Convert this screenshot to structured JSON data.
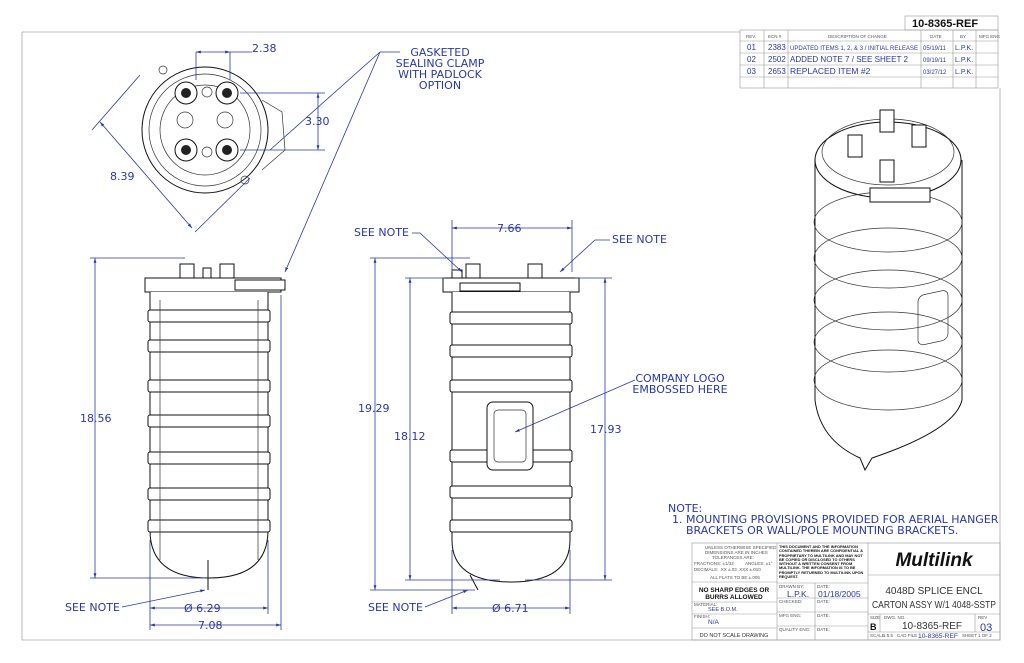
{
  "drawing_number_header": "10-8365-REF",
  "revision_table": {
    "headers": [
      "REV.",
      "ECN #",
      "DESCRIPTION OF CHANGE",
      "DATE",
      "BY",
      "MFG ENG"
    ],
    "rows": [
      {
        "rev": "01",
        "ecn": "2383",
        "description": "UPDATED ITEMS 1, 2, & 3 / INITIAL RELEASE",
        "date": "05/19/11",
        "by": "L.P.K."
      },
      {
        "rev": "02",
        "ecn": "2502",
        "description": "ADDED NOTE 7 / SEE SHEET 2",
        "date": "09/19/11",
        "by": "L.P.K."
      },
      {
        "rev": "03",
        "ecn": "2653",
        "description": "REPLACED ITEM #2",
        "date": "03/27/12",
        "by": "L.P.K."
      }
    ]
  },
  "annotations": {
    "gasketed_1": "GASKETED",
    "gasketed_2": "SEALING CLAMP",
    "gasketed_3": "WITH PADLOCK",
    "gasketed_4": "OPTION",
    "see_note": "SEE NOTE",
    "logo_1": "COMPANY LOGO",
    "logo_2": "EMBOSSED HERE"
  },
  "dimensions": {
    "top_width": "2.38",
    "top_height": "3.30",
    "top_diag": "8.39",
    "front_height": "18.56",
    "front_dia": "Ø 6.29",
    "front_width": "7.08",
    "side_width": "7.66",
    "side_h1": "19.29",
    "side_h2": "18.12",
    "side_h3": "17.93",
    "side_dia": "Ø 6.71"
  },
  "note": {
    "title": "NOTE:",
    "line1": "1. MOUNTING PROVISIONS PROVIDED FOR AERIAL HANGER",
    "line2": "BRACKETS OR WALL/POLE MOUNTING BRACKETS."
  },
  "title_block": {
    "tol1": "UNLESS OTHERWISE SPECIFIED",
    "tol2": "DIMENSIONS ARE IN INCHES",
    "tol3": "TOLERANCES ARE:",
    "tol_frac": "FRACTIONS: ±1/32",
    "tol_dec": "DECIMALS: .XX ±.03  .XXX ±.010",
    "tol_ang": "ANGLES: ±1°",
    "flats": "ALL FLATS TO BE ±.005",
    "sharp1": "NO SHARP EDGES OR",
    "sharp2": "BURRS ALLOWED",
    "material_label": "MATERIAL:",
    "material": "SEE B.O.M.",
    "finish_label": "FINISH:",
    "finish": "N/A",
    "no_scale": "DO NOT SCALE DRAWING",
    "confidential": "THIS DOCUMENT AND THE INFORMATION CONTAINED THEREIN ARE CONFIDENTIAL & PROPRIETARY TO MULTILINK AND MAY NOT BE COPIED OR DISCLOSED TO OTHERS WITHOUT A WRITTEN CONSENT FROM MULTILINK. THE INFORMATION IS TO BE PROMPTLY RETURNED TO MULTILINK UPON REQUEST.",
    "drawn_by_label": "DRAWN BY:",
    "drawn_by": "L.P.K.",
    "date_label": "DATE:",
    "drawn_date": "01/18/2005",
    "checked_label": "CHECKED:",
    "mfg_label": "MFG ENG:",
    "quality_label": "QUALITY ENG:",
    "company": "Multilink",
    "title1": "4048D SPLICE ENCL",
    "title2": "CARTON ASSY W/1 4048-SSTP",
    "size_label": "SIZE",
    "size": "B",
    "dwg_label": "DWG. NO.",
    "dwg_no": "10-8365-REF",
    "rev_label": "REV",
    "rev": "03",
    "scale_label": "SCALE",
    "scale": "1:5.5",
    "cad_label": "CAD FILE",
    "cad_file": "10-8365-REF",
    "sheet_label": "SHEET",
    "sheet": "1 OF 2"
  }
}
